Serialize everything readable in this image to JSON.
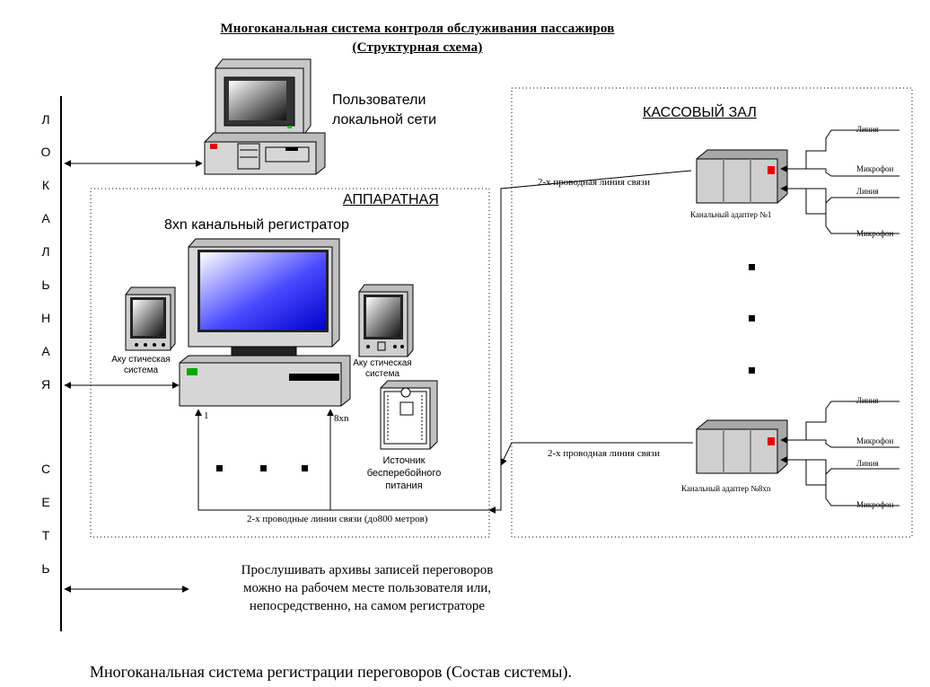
{
  "title": {
    "line1": "Многоканальная  система  контроля   обслуживания  пассажиров ",
    "line2": "(Структурная  схема)"
  },
  "lan_vertical": {
    "word1": [
      "Л",
      "О",
      "К",
      "А",
      "Л",
      "Ь",
      "Н",
      "А",
      "Я"
    ],
    "word2": [
      "С",
      "Е",
      "Т",
      "Ь"
    ]
  },
  "lan_users": {
    "line1": "Пользователи",
    "line2": "локальной сети"
  },
  "equipment_room": {
    "title": "АППАРАТНАЯ",
    "recorder_label": "8хn канальный регистратор",
    "speaker_left": {
      "line1": "Аку стическая",
      "line2": "система"
    },
    "speaker_right": {
      "line1": "Аку стическая",
      "line2": "система"
    },
    "port_1": "1",
    "port_n": "8хn",
    "ups": {
      "line1": "Источник",
      "line2": "бесперебойного",
      "line3": "питания"
    },
    "lines_label": "2-х проводные линии связи (до800 метров)"
  },
  "cash_hall": {
    "title": "КАССОВЫЙ ЗАЛ",
    "link_label_top": "2-х проводная линия связи",
    "link_label_bottom": "2-х проводная линия связи",
    "adapter_top": "Канальный адаптер №1",
    "adapter_bottom": "Канальный адаптер №8хn",
    "inputs": [
      "Линия",
      "Микрофон",
      "Линия",
      "Микрофон"
    ]
  },
  "footer_note": {
    "line1": "Прослушивать архивы записей переговоров",
    "line2": "можно на рабочем месте пользователя или,",
    "line3": "непосредственно, на самом регистраторе"
  },
  "caption": "Многоканальная система регистрации переговоров (Состав системы)."
}
